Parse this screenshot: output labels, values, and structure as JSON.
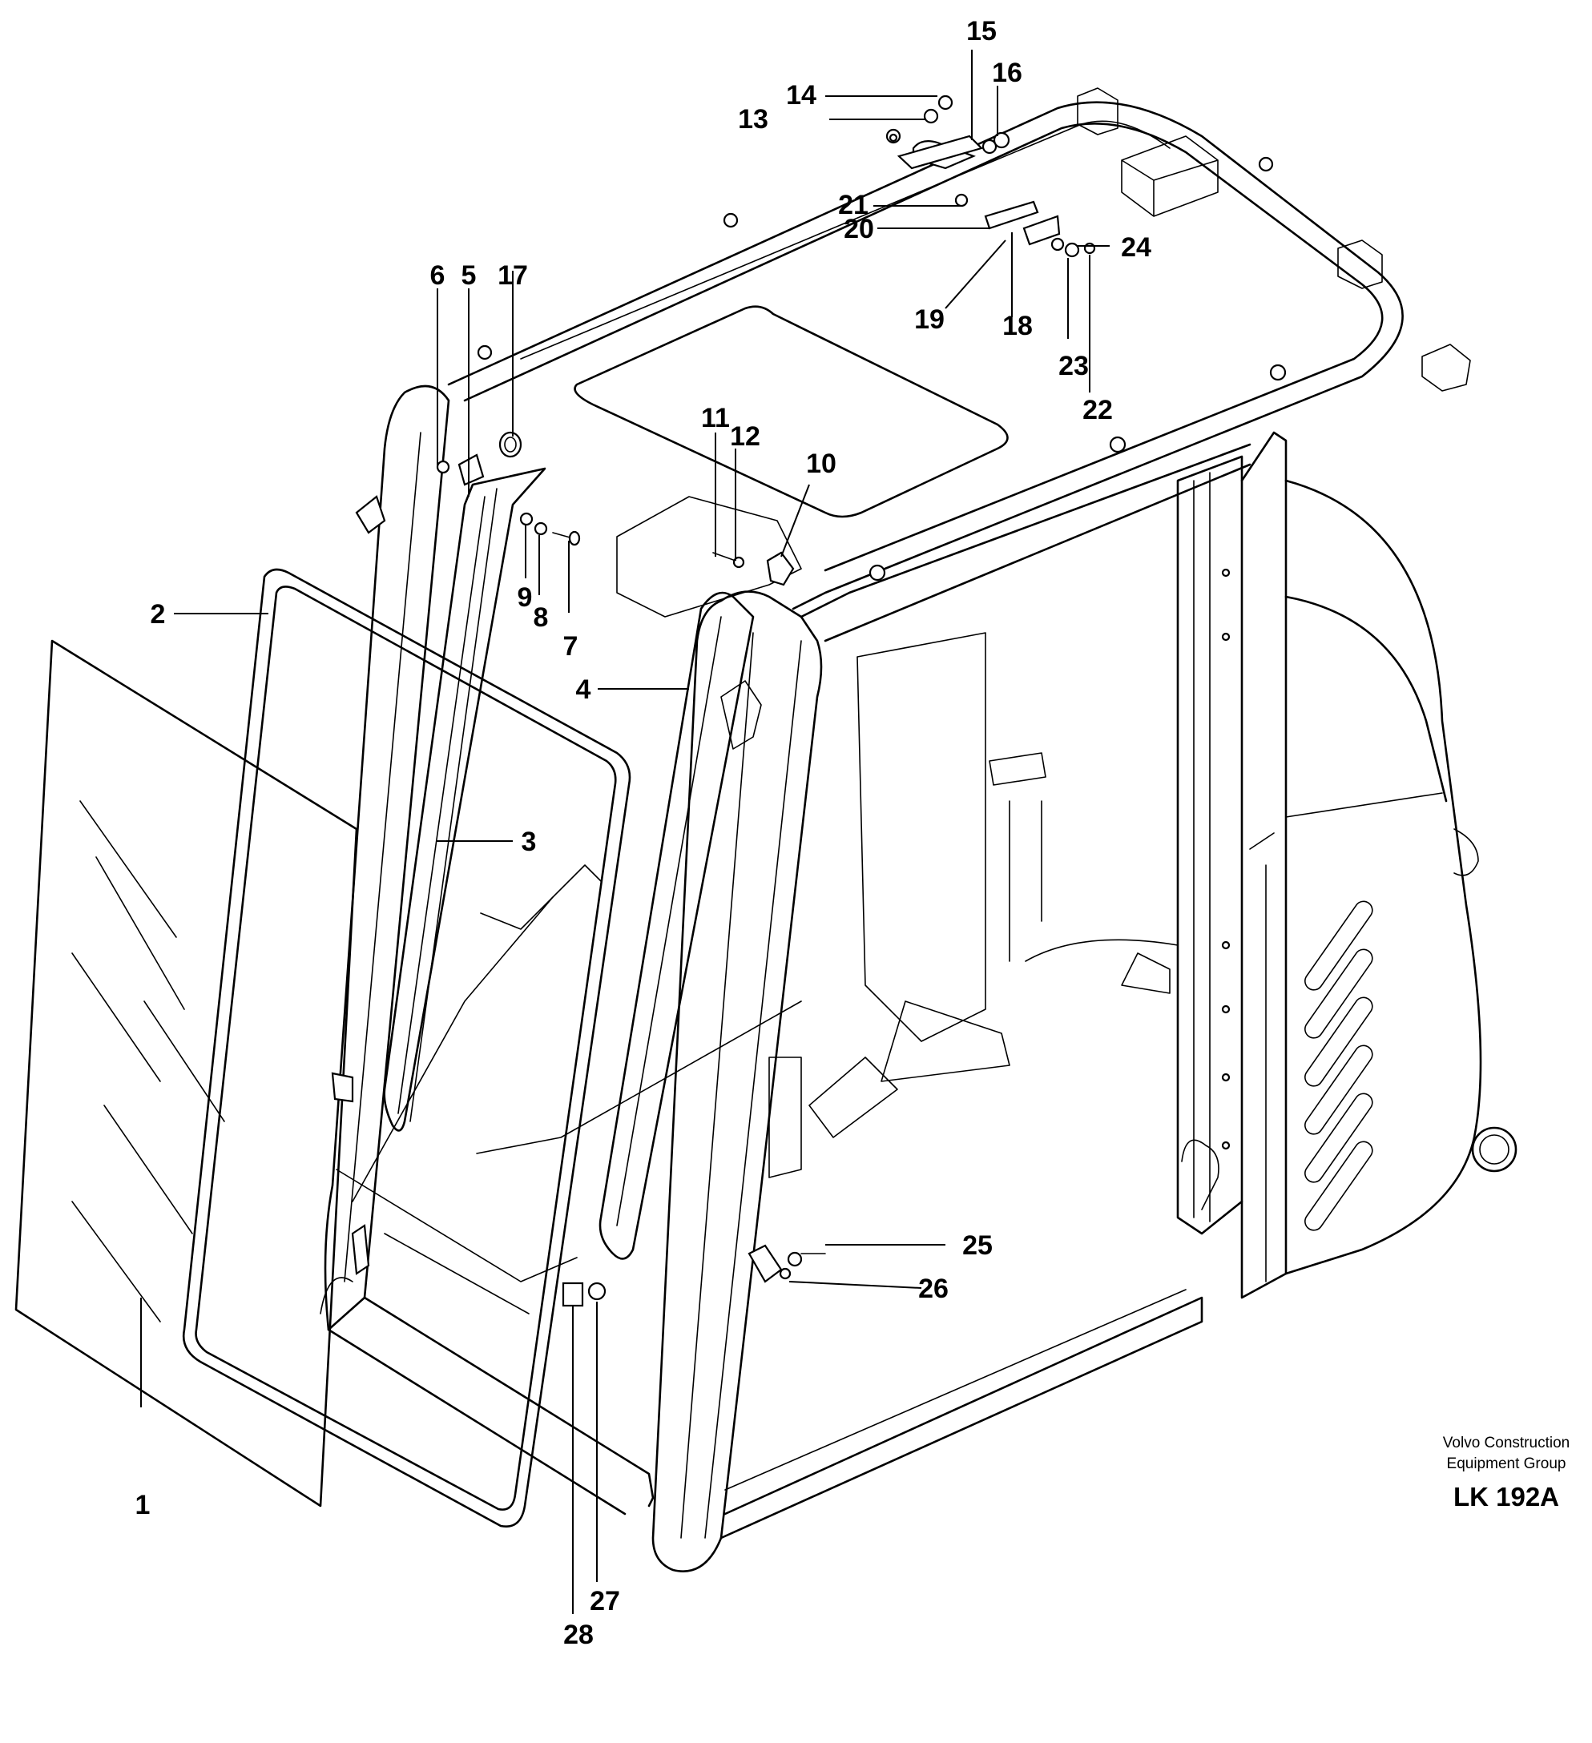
{
  "diagram": {
    "callouts": {
      "c1": "1",
      "c2": "2",
      "c3": "3",
      "c4": "4",
      "c5": "5",
      "c6": "6",
      "c7": "7",
      "c8": "8",
      "c9": "9",
      "c10": "10",
      "c11": "11",
      "c12": "12",
      "c13": "13",
      "c14": "14",
      "c15": "15",
      "c16": "16",
      "c17": "17",
      "c18": "18",
      "c19": "19",
      "c20": "20",
      "c21": "21",
      "c22": "22",
      "c23": "23",
      "c24": "24",
      "c25": "25",
      "c26": "26",
      "c27": "27",
      "c28": "28"
    },
    "credit_line1": "Volvo Construction",
    "credit_line2": "Equipment Group",
    "drawing_code": "LK 192A"
  }
}
